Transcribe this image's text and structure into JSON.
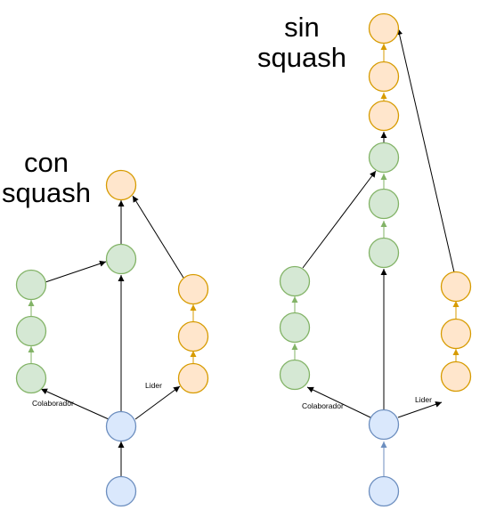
{
  "left_panel": {
    "title_line1": "con",
    "title_line2": "squash",
    "label_collaborator": "Colaborador",
    "label_leader": "Lider"
  },
  "right_panel": {
    "title_line1": "sin",
    "title_line2": "squash",
    "label_collaborator": "Colaborador",
    "label_leader": "Lider"
  },
  "colors": {
    "blue_fill": "#dae8fc",
    "blue_stroke": "#6c8ebf",
    "green_fill": "#d5e8d4",
    "green_stroke": "#82b366",
    "orange_fill": "#ffe6cc",
    "orange_stroke": "#d79b00"
  }
}
